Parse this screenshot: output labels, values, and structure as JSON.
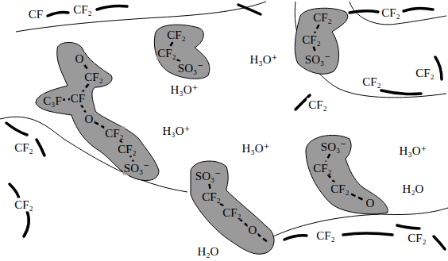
{
  "diagram": {
    "nodes": [
      {
        "text": [
          "O",
          "CF₂",
          "C₃F",
          "CF",
          "O",
          "CF₂",
          "CF₂",
          "SO₃⁻"
        ]
      },
      {
        "text": [
          "CF₂",
          "CF₂",
          "SO₃⁻"
        ]
      },
      {
        "text": [
          "CF₂",
          "CF₂",
          "SO₃⁻"
        ]
      },
      {
        "text": [
          "SO₃⁻",
          "CF₂",
          "CF₂",
          "O"
        ]
      },
      {
        "text": [
          "SO₃⁻",
          "CF₂",
          "CF₂",
          "O"
        ]
      }
    ],
    "labels": [
      "CF",
      "CF₂",
      "H₃O⁺",
      "CF₂",
      "CF₂",
      "CF₂",
      "CF₂",
      "H₃O⁺",
      "H₃O⁺",
      "H₃O⁺",
      "H₃O⁺",
      "CF₂",
      "CF₂",
      "H₂O",
      "CF₂",
      "CF₂",
      "H₂O"
    ]
  }
}
